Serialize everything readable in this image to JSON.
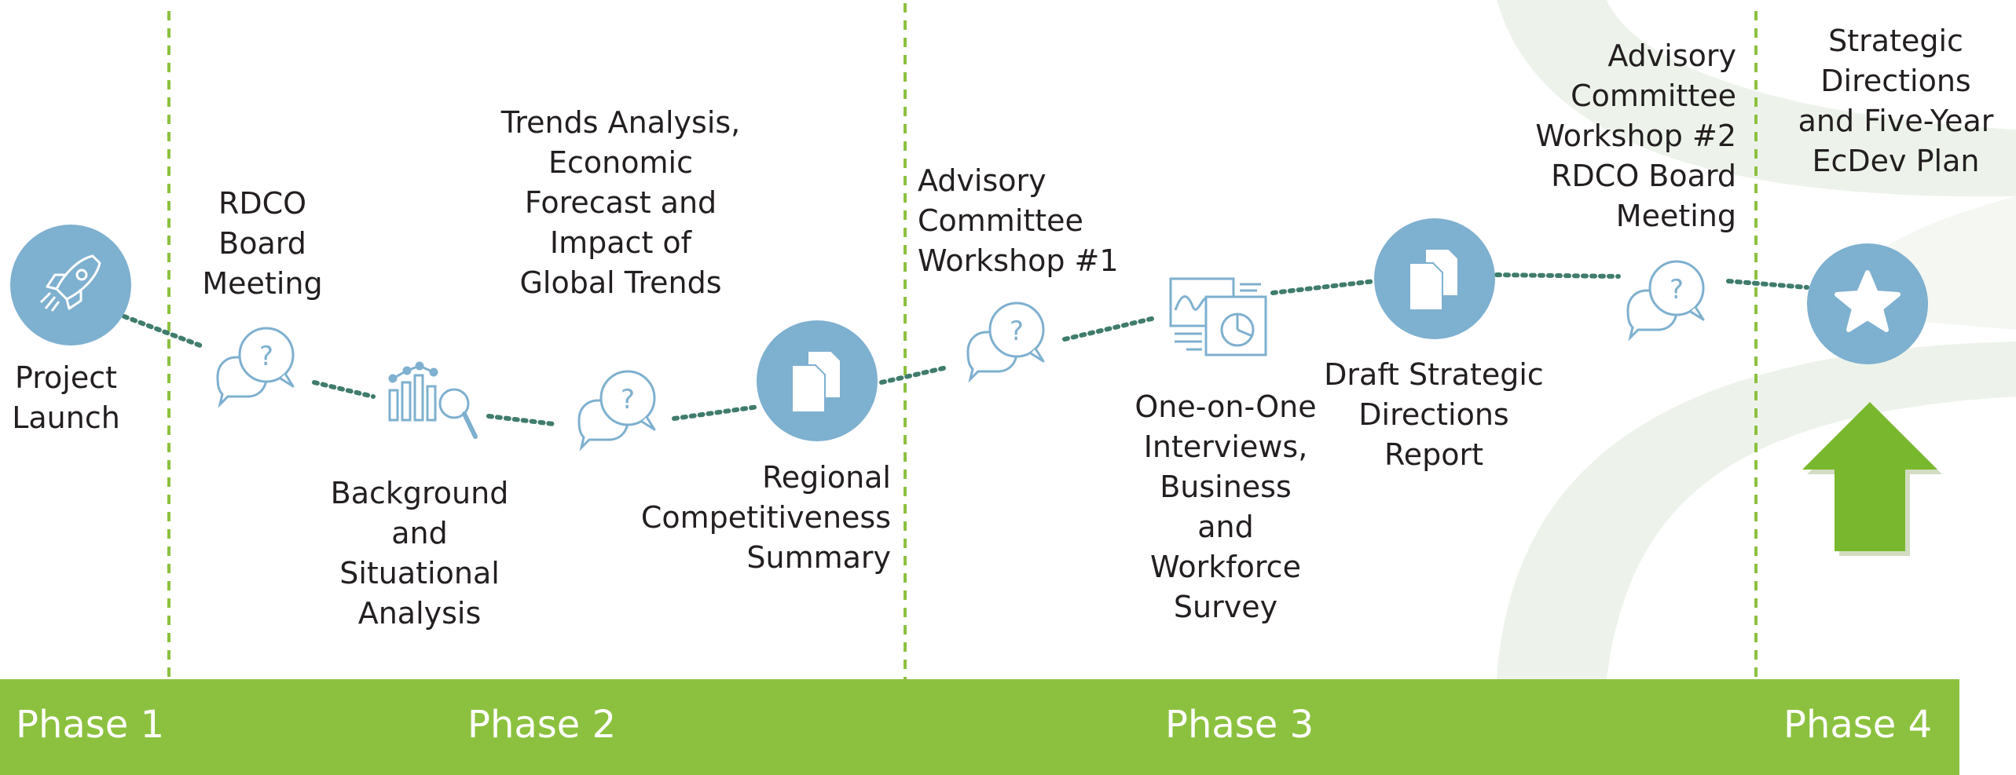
{
  "colors": {
    "accent_green": "#8cc13f",
    "divider_green": "#8cc13f",
    "icon_blue": "#7eb0cf",
    "path_teal": "#3f7c6c",
    "bg_swoosh": "#eef3ec",
    "text": "#231f20"
  },
  "milestones": [
    {
      "id": "project_launch",
      "label": "Project\nLaunch",
      "icon": "rocket-icon",
      "phase": 1
    },
    {
      "id": "rdco_board_meeting",
      "label": "RDCO\nBoard\nMeeting",
      "icon": "chat-question-icon",
      "phase": 2
    },
    {
      "id": "background_analysis",
      "label": "Background\nand\nSituational\nAnalysis",
      "icon": "chart-search-icon",
      "phase": 2
    },
    {
      "id": "trends_analysis",
      "label": "Trends Analysis,\nEconomic\nForecast and\nImpact of\nGlobal Trends",
      "icon": "chat-question-icon",
      "phase": 2
    },
    {
      "id": "regional_competitiveness",
      "label": "Regional\nCompetitiveness\nSummary",
      "icon": "documents-icon",
      "phase": 2
    },
    {
      "id": "advisory_workshop_1",
      "label": "Advisory\nCommittee\nWorkshop #1",
      "icon": "chat-question-icon",
      "phase": 3
    },
    {
      "id": "interviews_survey",
      "label": "One-on-One\nInterviews,\nBusiness\nand\nWorkforce\nSurvey",
      "icon": "dashboard-icon",
      "phase": 3
    },
    {
      "id": "draft_report",
      "label": "Draft Strategic\nDirections\nReport",
      "icon": "documents-icon",
      "phase": 3
    },
    {
      "id": "advisory_workshop_2",
      "label": "Advisory\nCommittee\nWorkshop #2\nRDCO Board\nMeeting",
      "icon": "chat-question-icon",
      "phase": 3
    },
    {
      "id": "strategic_plan",
      "label": "Strategic\nDirections\nand Five-Year\nEcDev Plan",
      "icon": "star-icon",
      "phase": 4
    }
  ],
  "phases": [
    "Phase 1",
    "Phase 2",
    "Phase 3",
    "Phase 4"
  ],
  "arrow_icon": "up-arrow-icon"
}
